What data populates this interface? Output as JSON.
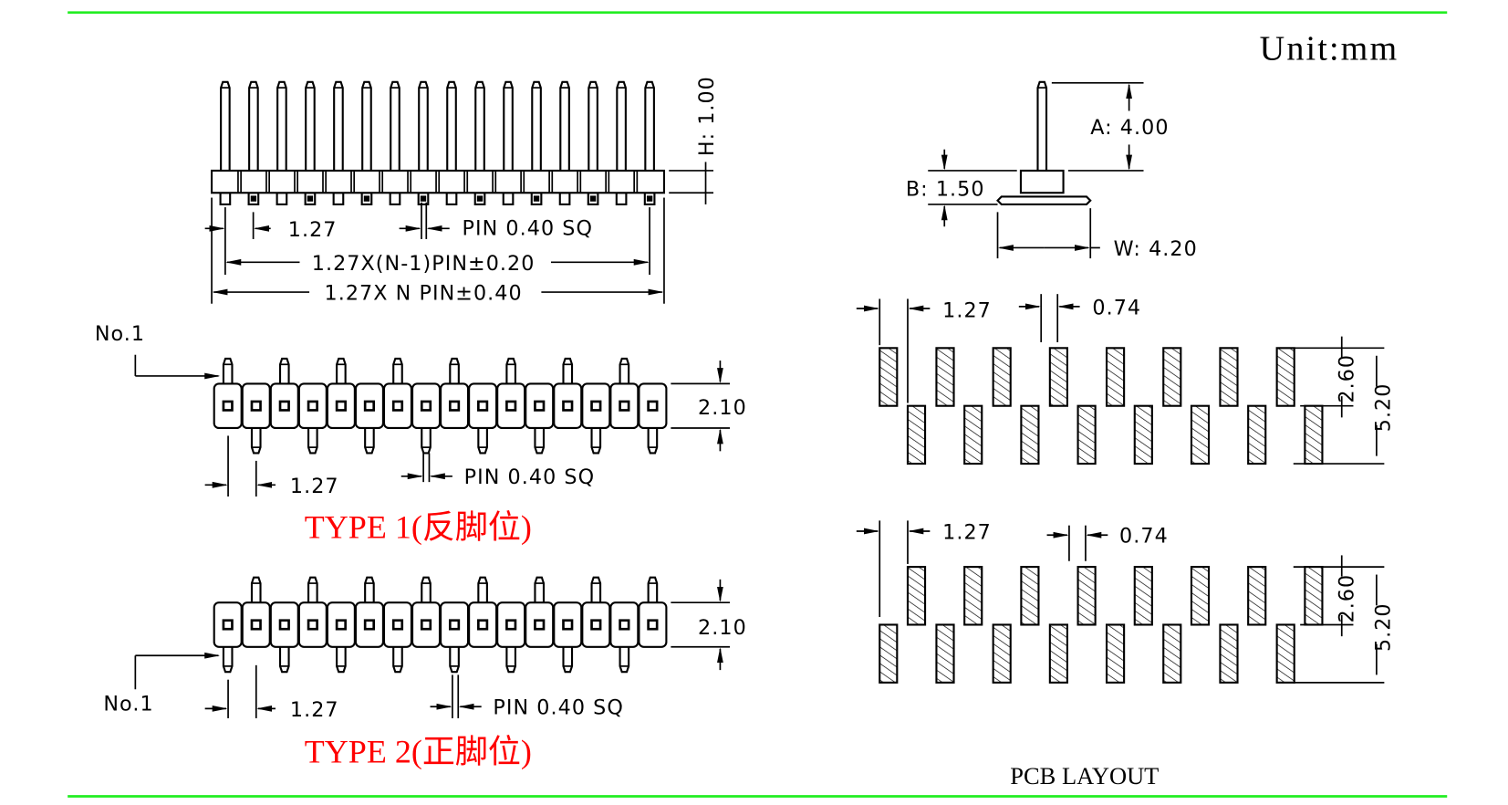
{
  "unit": "Unit:mm",
  "colors": {
    "frame": "#22ee22",
    "type_label": "#ff0000",
    "ink": "#000000"
  },
  "pin_count": 16,
  "top_view": {
    "height_label": "H: 1.00",
    "pitch_label": "1.27",
    "pin_label": "PIN  0.40  SQ",
    "span_label": "1.27X(N-1)PIN±0.20",
    "length_label": "1.27X  N  PIN±0.40"
  },
  "type1": {
    "no1": "No.1",
    "height_label": "2.10",
    "pitch_label": "1.27",
    "pin_label": "PIN  0.40  SQ",
    "title": "TYPE  1(反脚位)"
  },
  "type2": {
    "no1": "No.1",
    "height_label": "2.10",
    "pitch_label": "1.27",
    "pin_label": "PIN  0.40  SQ",
    "title": "TYPE  2(正脚位)"
  },
  "side_view": {
    "a_label": "A:  4.00",
    "b_label": "B: 1.50",
    "w_label": "W:  4.20"
  },
  "pcb1": {
    "pitch_label": "1.27",
    "pad_label": "0.74",
    "row_label": "2.60",
    "total_label": "5.20"
  },
  "pcb2": {
    "pitch_label": "1.27",
    "pad_label": "0.74",
    "row_label": "2.60",
    "total_label": "5.20"
  },
  "pcb_title": "PCB  LAYOUT"
}
